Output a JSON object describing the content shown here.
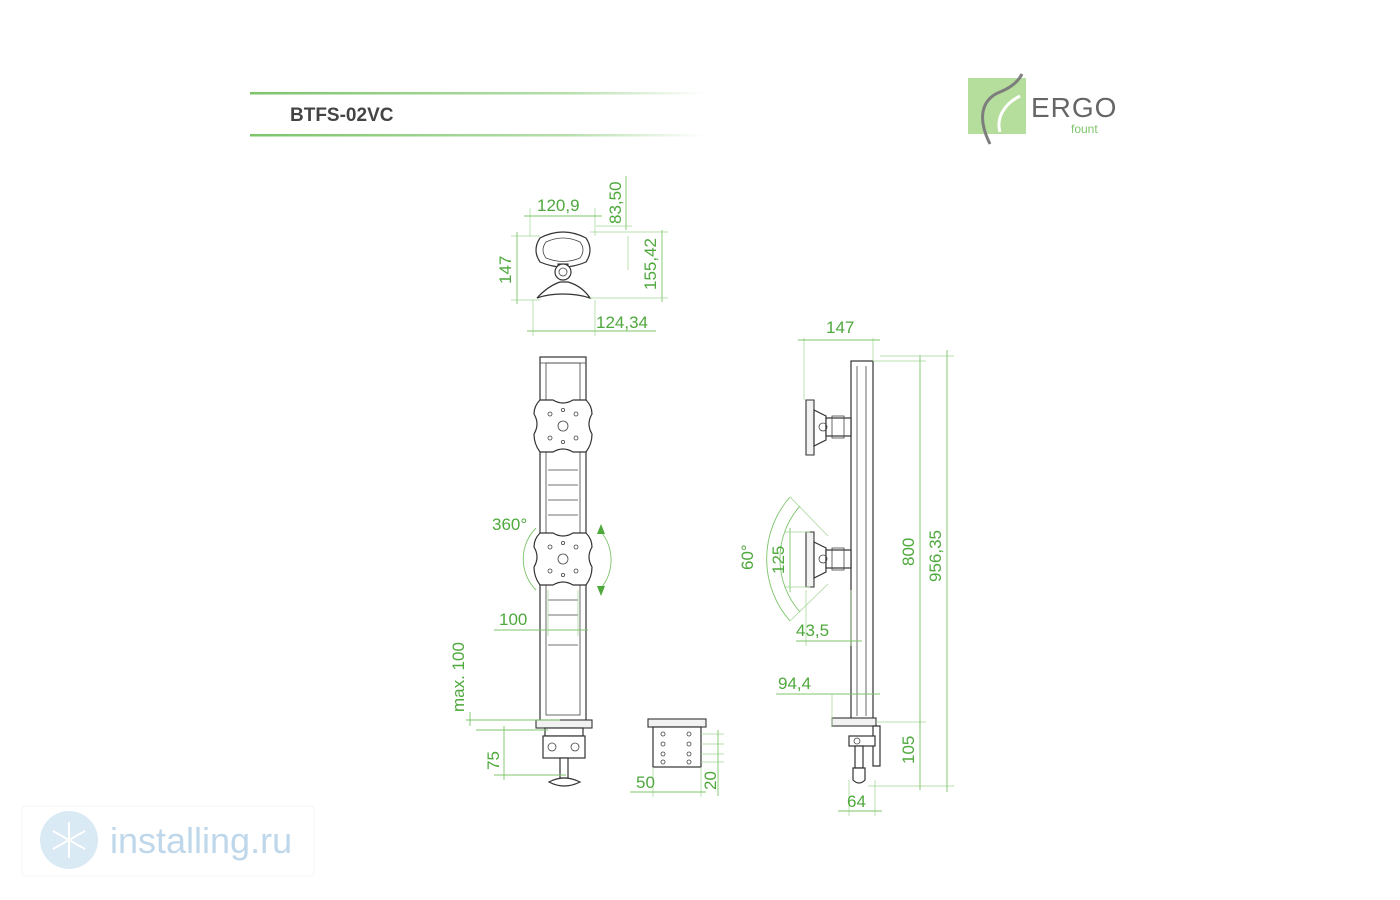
{
  "header": {
    "model": "BTFS-02VC"
  },
  "logo": {
    "brand": "ERGO",
    "sub": "fount",
    "accent": "#7cc46a"
  },
  "watermark": {
    "text": "installing.ru"
  },
  "colors": {
    "dimension": "#4ea83c",
    "line": "#7cc46a",
    "part": "#333333"
  },
  "top_view": {
    "width_top": "120,9",
    "height_right_top": "83,50",
    "height_left": "147",
    "height_right": "155,42",
    "width_bottom": "124,34"
  },
  "front_view": {
    "rotation": "360°",
    "vesa": "100",
    "max_clamp": "max. 100",
    "clamp_depth": "75"
  },
  "grommet": {
    "width": "50",
    "hole": "20"
  },
  "side_view": {
    "depth_top": "147",
    "tilt": "60°",
    "vesa_height": "125",
    "plate_offset": "43,5",
    "arm_depth": "94,4",
    "pole_height": "800",
    "total_height": "956,35",
    "base_height": "105",
    "clamp_width": "64"
  }
}
